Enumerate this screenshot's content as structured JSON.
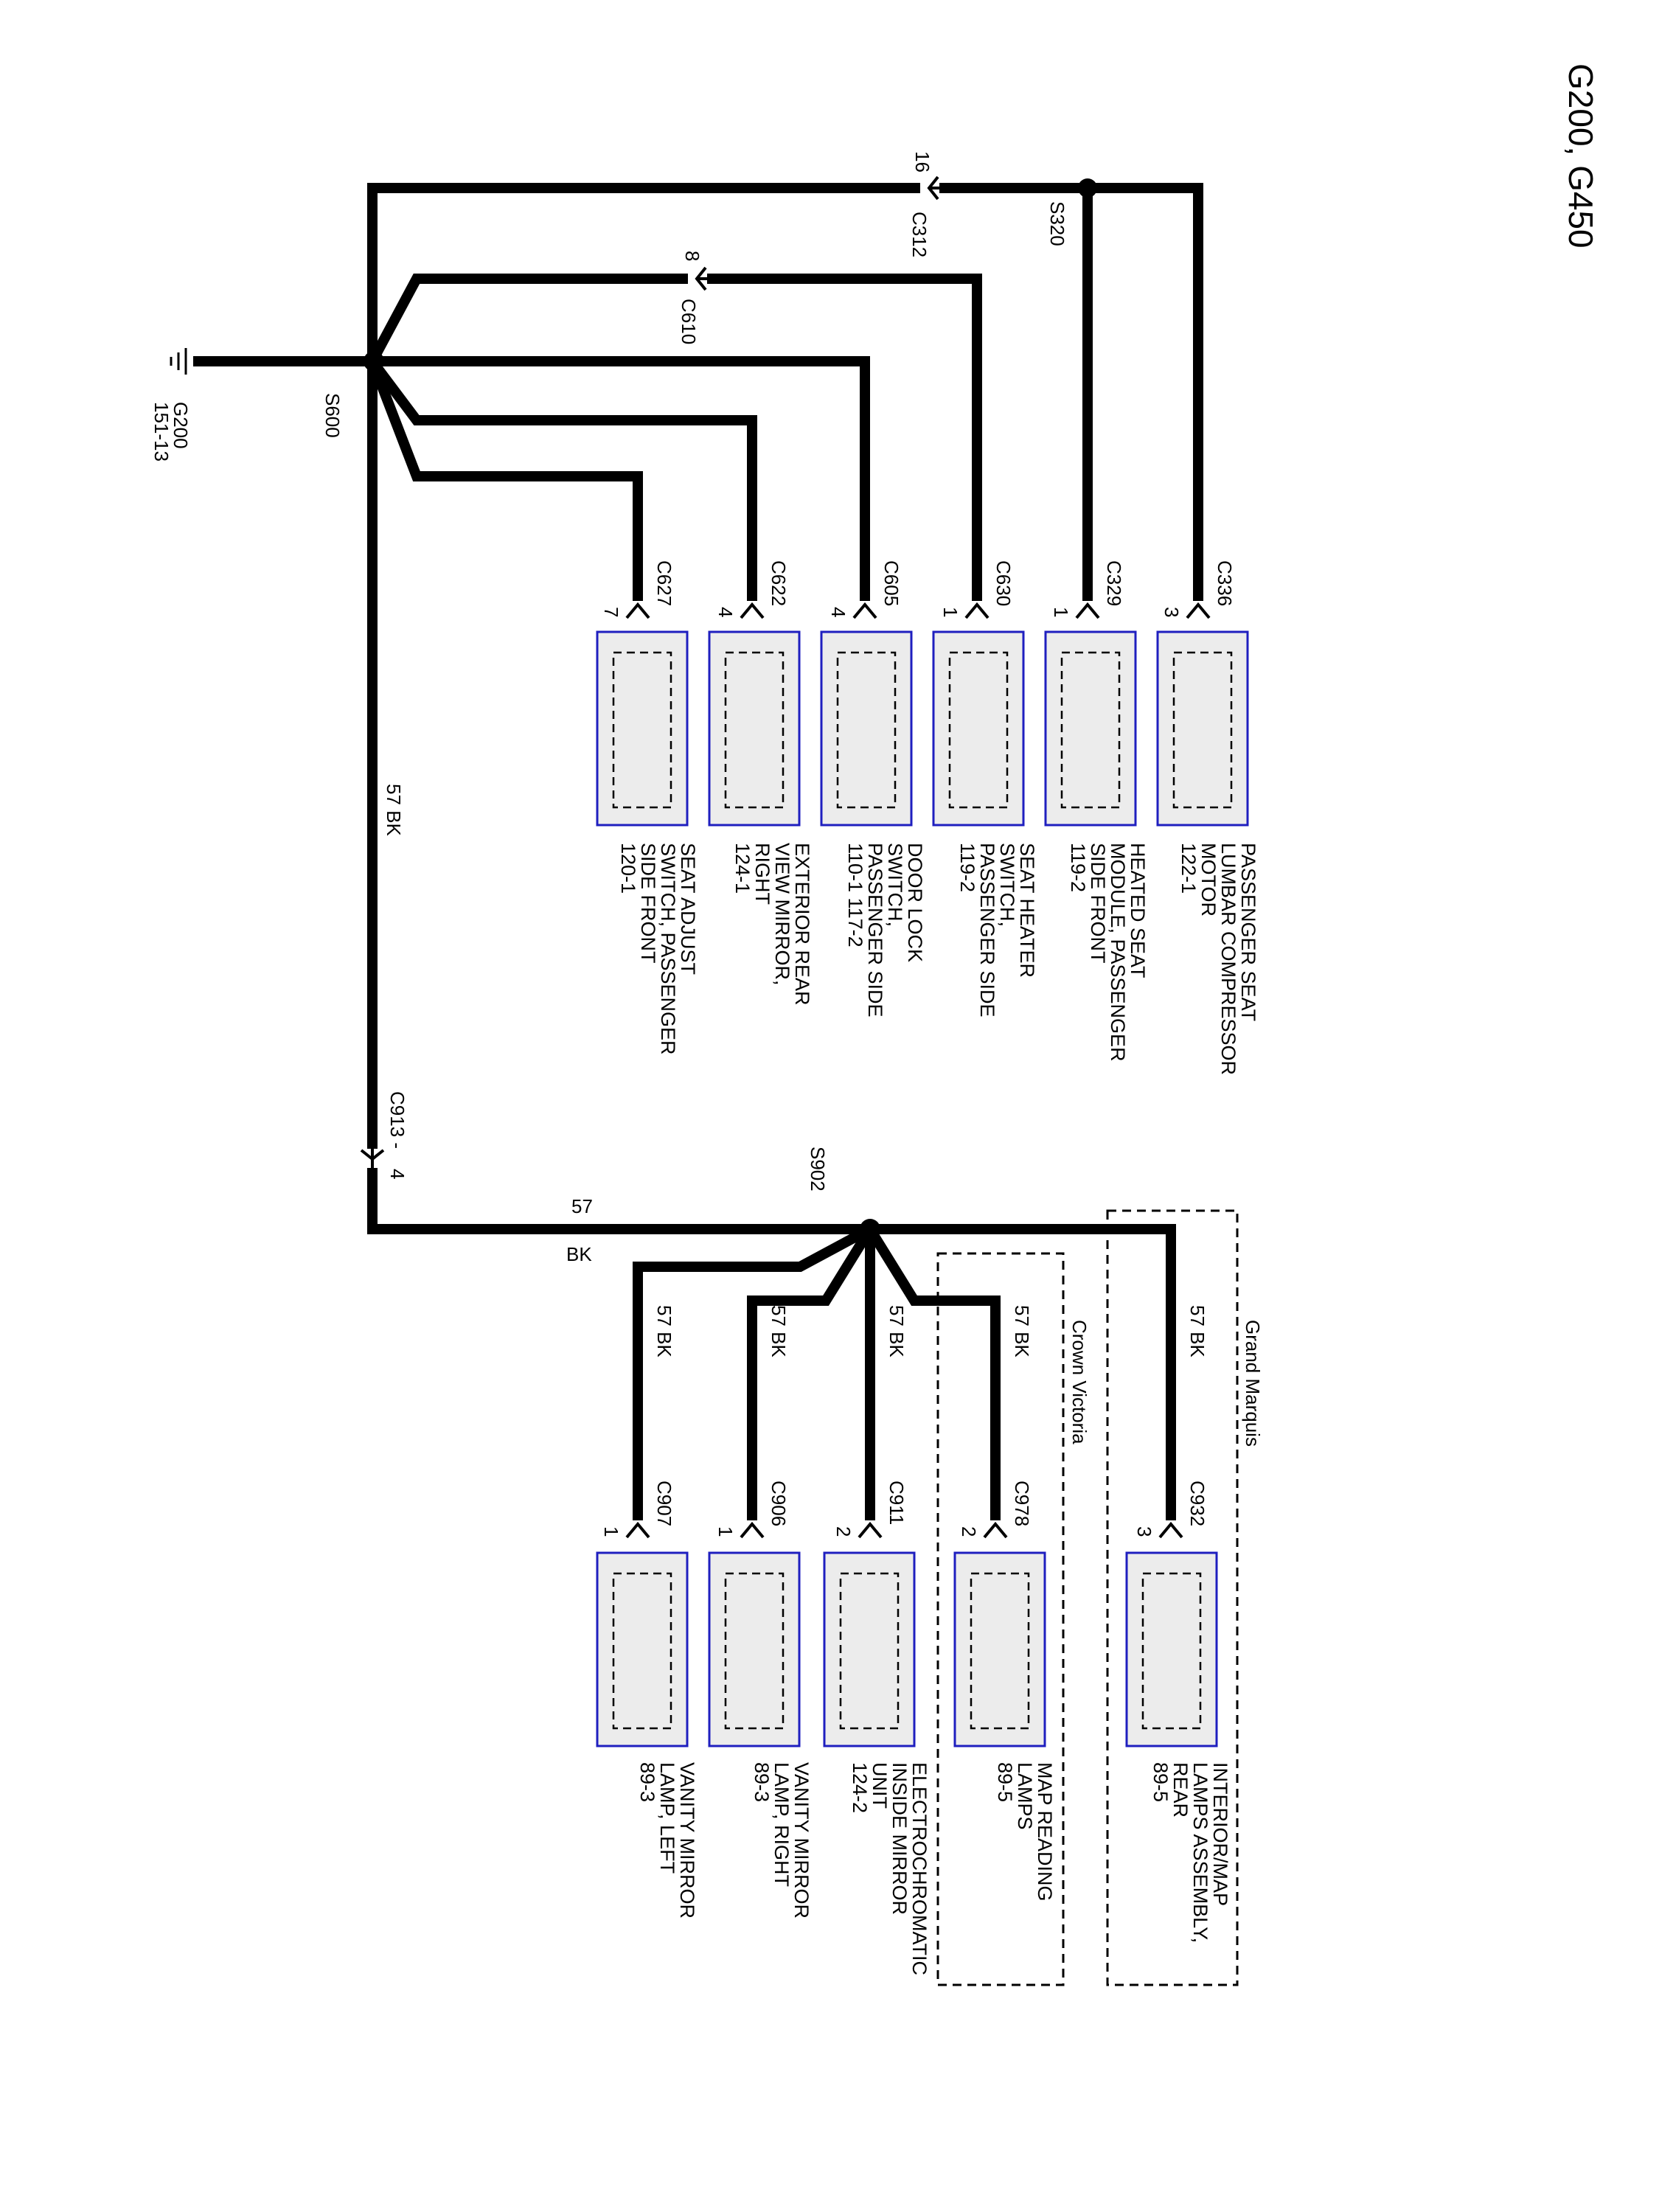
{
  "title": "G200, G450",
  "ground": {
    "name": "G200",
    "ref": "151-13"
  },
  "splices": {
    "s600": "S600",
    "s320": "S320",
    "s902": "S902"
  },
  "inline_connectors": {
    "c312": {
      "name": "C312",
      "pin": "16"
    },
    "c610": {
      "name": "C610",
      "pin": "8"
    },
    "c913": {
      "name": "C913 -",
      "pin": "4"
    }
  },
  "wire_labels": {
    "main_circuit": "57",
    "main_color": "BK",
    "main_vertical": "57  BK"
  },
  "regions": {
    "grand_marquis": "Grand Marquis",
    "crown_victoria": "Crown Victoria"
  },
  "upper_components": [
    {
      "connector": "C336",
      "pin": "3",
      "lines": [
        "PASSENGER SEAT",
        "LUMBAR COMPRESSOR",
        "MOTOR",
        "122-1"
      ]
    },
    {
      "connector": "C329",
      "pin": "1",
      "lines": [
        "HEATED SEAT",
        "MODULE, PASSENGER",
        "SIDE FRONT",
        "119-2"
      ]
    },
    {
      "connector": "C630",
      "pin": "1",
      "lines": [
        "SEAT HEATER",
        "SWITCH,",
        "PASSENGER SIDE",
        "119-2"
      ]
    },
    {
      "connector": "C605",
      "pin": "4",
      "lines": [
        "DOOR LOCK",
        "SWITCH,",
        "PASSENGER SIDE",
        "110-1     117-2"
      ]
    },
    {
      "connector": "C622",
      "pin": "4",
      "lines": [
        "EXTERIOR REAR",
        "VIEW MIRROR,",
        "RIGHT",
        "124-1"
      ]
    },
    {
      "connector": "C627",
      "pin": "7",
      "lines": [
        "SEAT ADJUST",
        "SWITCH, PASSENGER",
        "SIDE FRONT",
        "120-1"
      ]
    }
  ],
  "lower_components": [
    {
      "connector": "C932",
      "pin": "3",
      "wire": "57  BK",
      "lines": [
        "INTERIOR/MAP",
        "LAMPS ASSEMBLY,",
        "REAR",
        "89-5"
      ]
    },
    {
      "connector": "C978",
      "pin": "2",
      "wire": "57  BK",
      "lines": [
        "MAP READING",
        "LAMPS",
        "89-5"
      ]
    },
    {
      "connector": "C911",
      "pin": "2",
      "wire": "57  BK",
      "lines": [
        "ELECTROCHROMATIC",
        "INSIDE MIRROR",
        "UNIT",
        "124-2"
      ]
    },
    {
      "connector": "C906",
      "pin": "1",
      "wire": "57  BK",
      "lines": [
        "VANITY MIRROR",
        "LAMP, RIGHT",
        "89-3"
      ]
    },
    {
      "connector": "C907",
      "pin": "1",
      "wire": "57  BK",
      "lines": [
        "VANITY MIRROR",
        "LAMP, LEFT",
        "89-3"
      ]
    }
  ]
}
